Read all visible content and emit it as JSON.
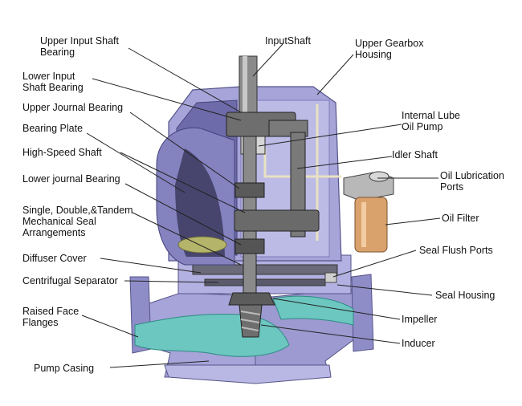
{
  "colors": {
    "housing": "#a6a4d8",
    "housing_dark": "#7d7bb6",
    "housing_light": "#c9c8ec",
    "metal": "#8a8a8a",
    "metal_dark": "#4e4e4e",
    "fluid": "#6cc7c0",
    "filter": "#d9a16b",
    "leader": "#222222"
  },
  "labels": {
    "upper_input_shaft_bearing": [
      "Upper Input Shaft",
      "Bearing"
    ],
    "input_shaft": "InputShaft",
    "upper_gearbox_housing": [
      "Upper Gearbox",
      "Housing"
    ],
    "lower_input_shaft_bearing": [
      "Lower Input",
      "Shaft Bearing"
    ],
    "upper_journal_bearing": "Upper Journal Bearing",
    "internal_lube_oil_pump": [
      "Internal Lube",
      "Oil Pump"
    ],
    "bearing_plate": "Bearing Plate",
    "idler_shaft": "Idler Shaft",
    "high_speed_shaft": "High-Speed Shaft",
    "oil_lubrication_ports": [
      "Oil Lubrication",
      "Ports"
    ],
    "lower_journal_bearing": "Lower journal Bearing",
    "oil_filter": "Oil Filter",
    "mechanical_seal_arrangements": [
      "Single, Double,&Tandem",
      "Mechanical Seal",
      "Arrangements"
    ],
    "seal_flush_ports": "Seal Flush Ports",
    "diffuser_cover": "Diffuser Cover",
    "centrifugal_separator": "Centrifugal Separator",
    "seal_housing": "Seal Housing",
    "raised_face_flanges": [
      "Raised Face",
      "Flanges"
    ],
    "impeller": "Impeller",
    "inducer": "Inducer",
    "pump_casing": "Pump Casing"
  }
}
